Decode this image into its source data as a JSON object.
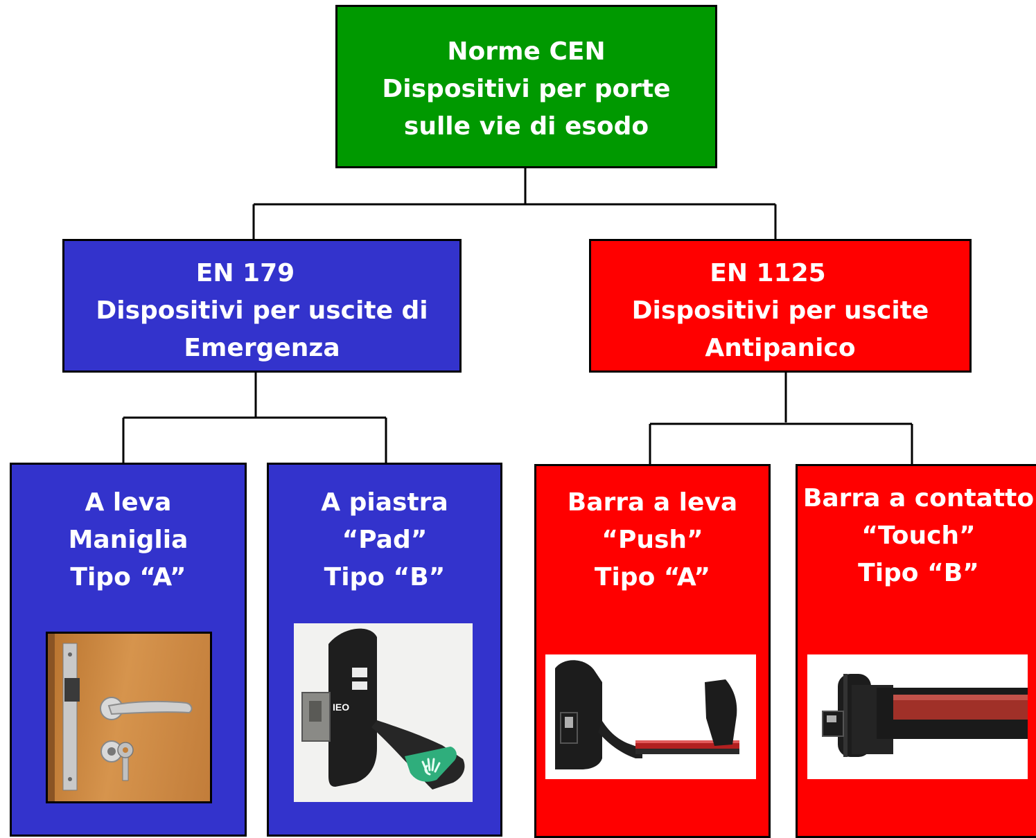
{
  "diagram": {
    "root": {
      "lines": [
        "Norme CEN",
        "Dispositivi per porte",
        "sulle vie di esodo"
      ],
      "color": "#009900"
    },
    "branches": [
      {
        "lines": [
          "EN 179",
          "Dispositivi per uscite di",
          "Emergenza"
        ],
        "color": "#3333cc",
        "children": [
          {
            "lines": [
              "A leva",
              "Maniglia",
              "Tipo “A”"
            ],
            "image": "door-lever-handle-photo"
          },
          {
            "lines": [
              "A piastra",
              "“Pad”",
              "Tipo “B”"
            ],
            "image": "push-pad-device-photo",
            "image_label": "IEO"
          }
        ]
      },
      {
        "lines": [
          "EN 1125",
          "Dispositivi per uscite",
          "Antipanico"
        ],
        "color": "#ff0000",
        "children": [
          {
            "lines": [
              "Barra a leva",
              "“Push”",
              "Tipo “A”"
            ],
            "image": "push-bar-device-photo"
          },
          {
            "lines": [
              "Barra a contatto",
              "“Touch”",
              "Tipo “B”"
            ],
            "image": "touch-bar-device-photo"
          }
        ]
      }
    ]
  }
}
